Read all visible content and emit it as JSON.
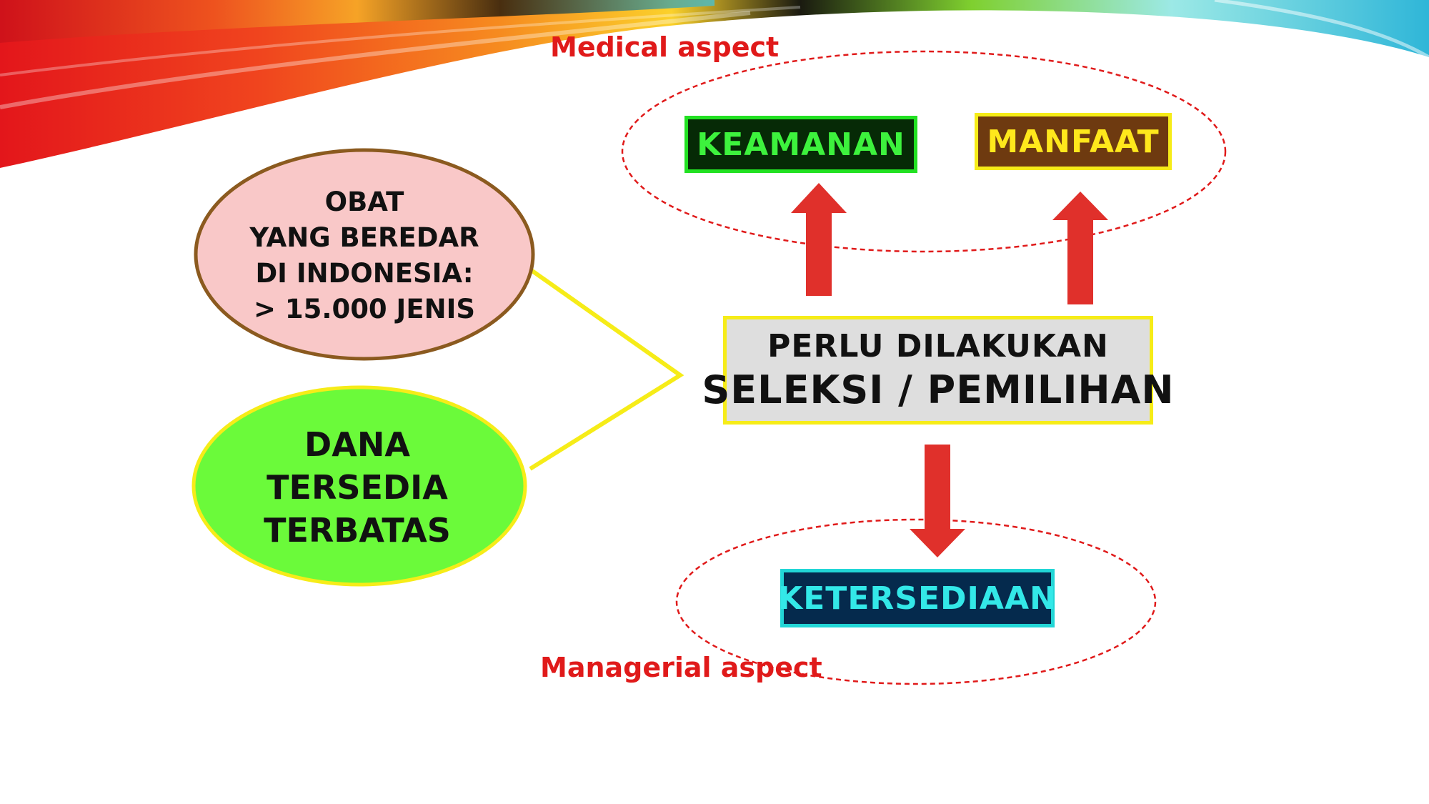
{
  "medical_aspect": {
    "label": "Medical aspect"
  },
  "managerial_aspect": {
    "label": "Managerial aspect"
  },
  "outcomes": {
    "keamanan": "KEAMANAN",
    "manfaat": "MANFAAT",
    "ketersediaan": "KETERSEDIAAN"
  },
  "selection": {
    "line1": "PERLU DILAKUKAN",
    "line2": "SELEKSI / PEMILIHAN"
  },
  "drugs_oval": {
    "lines": [
      "OBAT",
      "YANG BEREDAR",
      "DI INDONESIA:",
      "> 15.000 JENIS"
    ]
  },
  "funds_oval": {
    "lines": [
      "DANA",
      "TERSEDIA",
      "TERBATAS"
    ]
  },
  "colors": {
    "accent_red": "#e01a1a",
    "arrow_red": "#e0302b",
    "connector_yellow": "#f6ec18",
    "drugs_oval_fill": "#f9c8c8",
    "drugs_oval_border": "#8b5a1f",
    "funds_oval_fill": "#6bfa3a",
    "funds_oval_border": "#f6ec18"
  }
}
